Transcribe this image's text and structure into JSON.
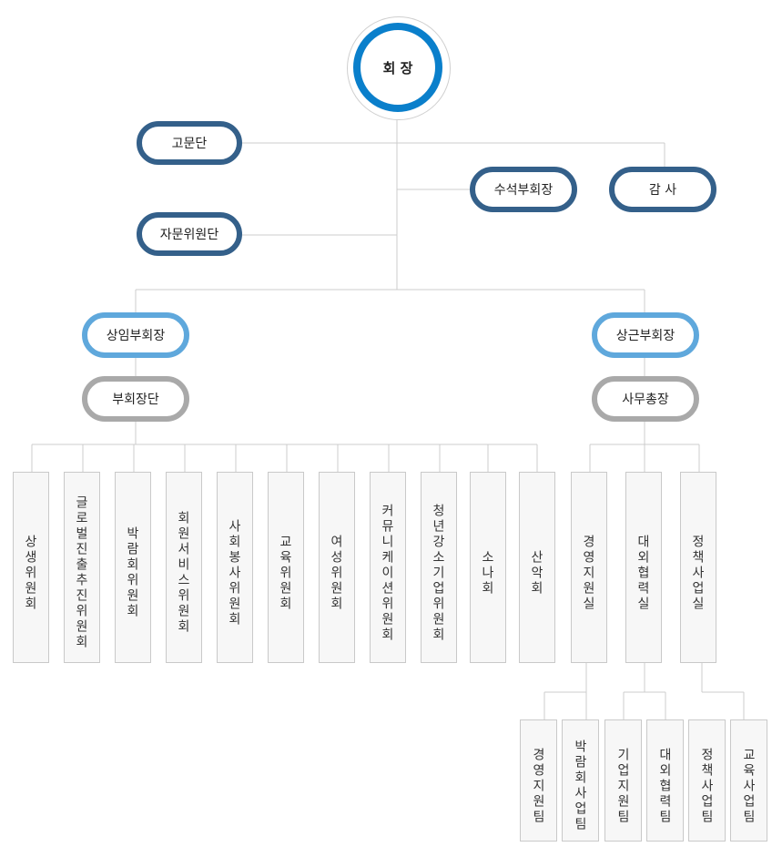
{
  "chairman": "회 장",
  "top_left": [
    "고문단",
    "자문위원단"
  ],
  "top_right": [
    "수석부회장",
    "감 사"
  ],
  "level2": {
    "left": "상임부회장",
    "right": "상근부회장"
  },
  "level3": {
    "left": "부회장단",
    "right": "사무총장"
  },
  "committees": [
    "상생위원회",
    "글로벌진출추진위원회",
    "박람회위원회",
    "회원서비스위원회",
    "사회봉사위원회",
    "교육위원회",
    "여성위원회",
    "커뮤니케이션위원회",
    "청년강소기업위원회",
    "소나회",
    "산악회"
  ],
  "offices": [
    "경영지원실",
    "대외협력실",
    "정책사업실"
  ],
  "teams": [
    "경영지원팀",
    "박람회사업팀",
    "기업지원팀",
    "대외협력팀",
    "정책사업팀",
    "교육사업팀"
  ]
}
